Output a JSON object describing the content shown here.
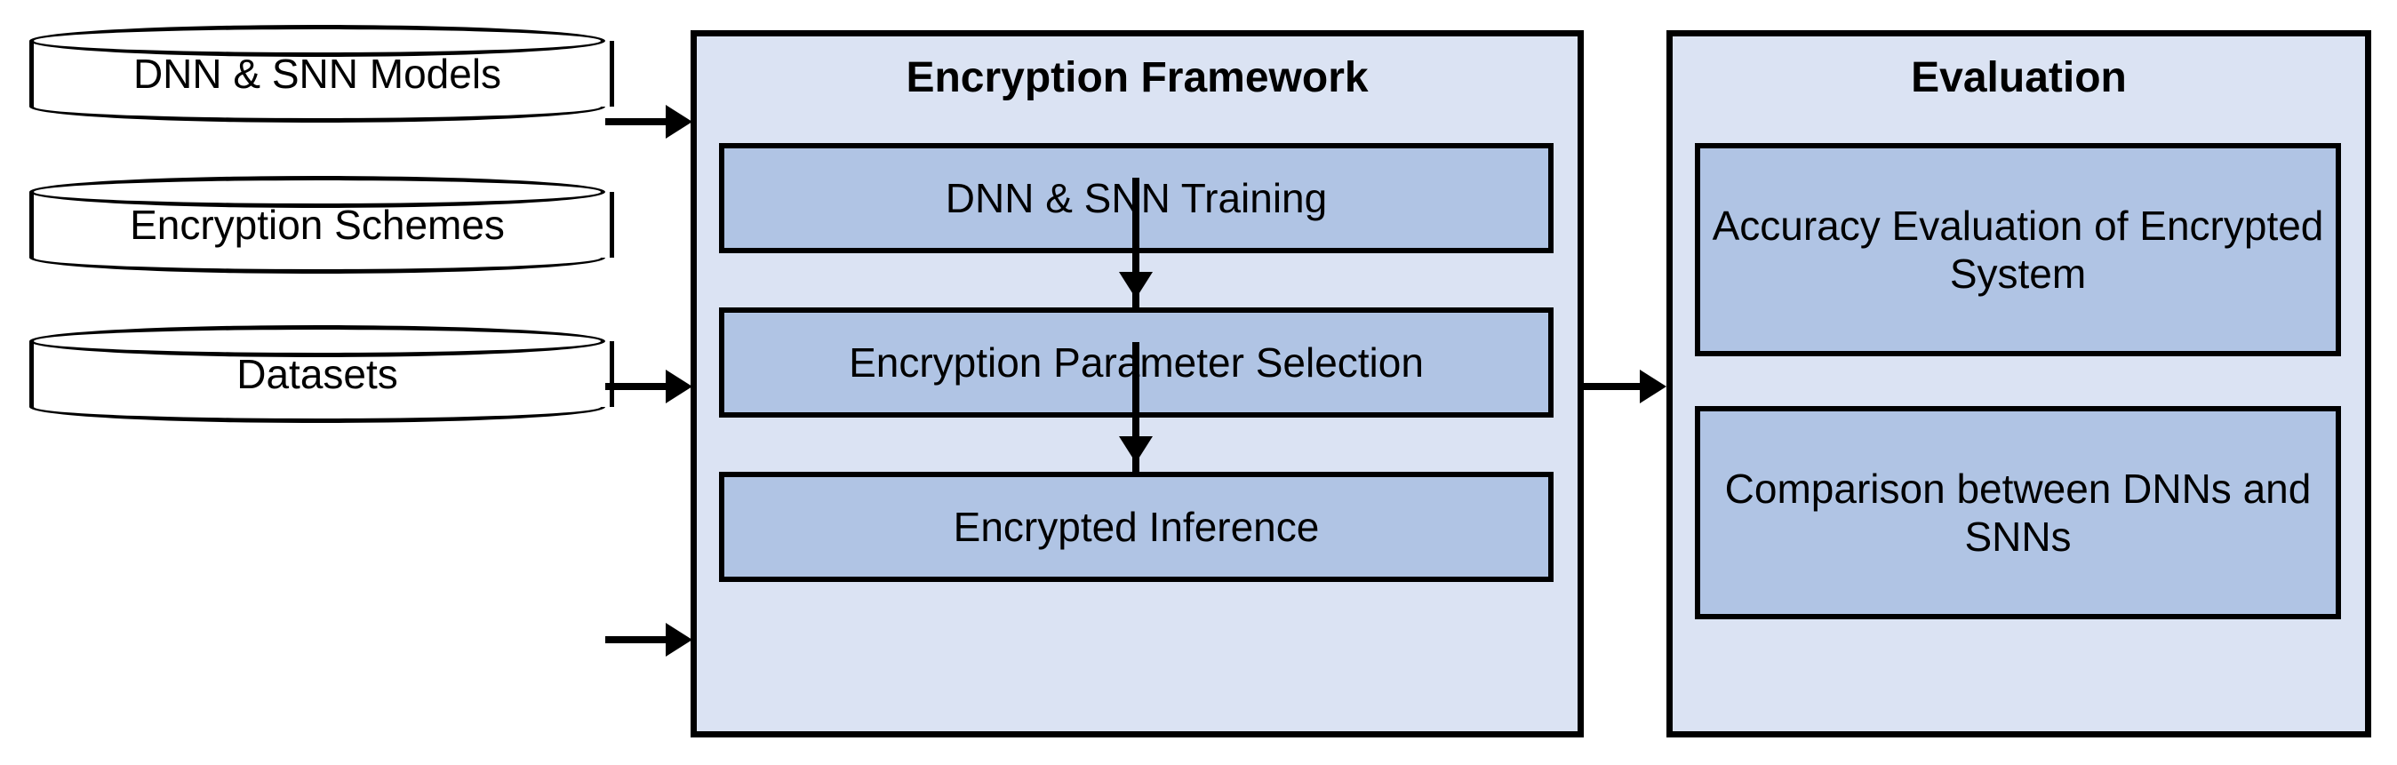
{
  "diagram": {
    "title": "Encryption Framework and Evaluation Pipeline",
    "colors": {
      "panel_fill": "#dbe3f3",
      "inner_box_fill": "#b0c4e4",
      "stroke": "#000000",
      "cylinder_fill": "#ffffff"
    }
  },
  "inputs": [
    {
      "label": "DNN & SNN Models",
      "shape": "cylinder"
    },
    {
      "label": "Encryption Schemes",
      "shape": "cylinder"
    },
    {
      "label": "Datasets",
      "shape": "cylinder"
    }
  ],
  "framework": {
    "title": "Encryption Framework",
    "steps": [
      {
        "label": "DNN & SNN Training"
      },
      {
        "label": "Encryption Parameter Selection"
      },
      {
        "label": "Encrypted Inference"
      }
    ]
  },
  "evaluation": {
    "title": "Evaluation",
    "items": [
      {
        "label": "Accuracy Evaluation of Encrypted System"
      },
      {
        "label": "Comparison between DNNs and SNNs"
      }
    ]
  },
  "connectors": [
    {
      "name": "models-to-framework",
      "from": "DNN & SNN Models",
      "to": "Encryption Framework",
      "direction": "right"
    },
    {
      "name": "schemes-to-framework",
      "from": "Encryption Schemes",
      "to": "Encryption Framework",
      "direction": "right"
    },
    {
      "name": "datasets-to-framework",
      "from": "Datasets",
      "to": "Encryption Framework",
      "direction": "right"
    },
    {
      "name": "training-to-parameter",
      "from": "DNN & SNN Training",
      "to": "Encryption Parameter Selection",
      "direction": "down"
    },
    {
      "name": "parameter-to-inference",
      "from": "Encryption Parameter Selection",
      "to": "Encrypted Inference",
      "direction": "down"
    },
    {
      "name": "framework-to-evaluation",
      "from": "Encryption Framework",
      "to": "Evaluation",
      "direction": "right"
    }
  ]
}
